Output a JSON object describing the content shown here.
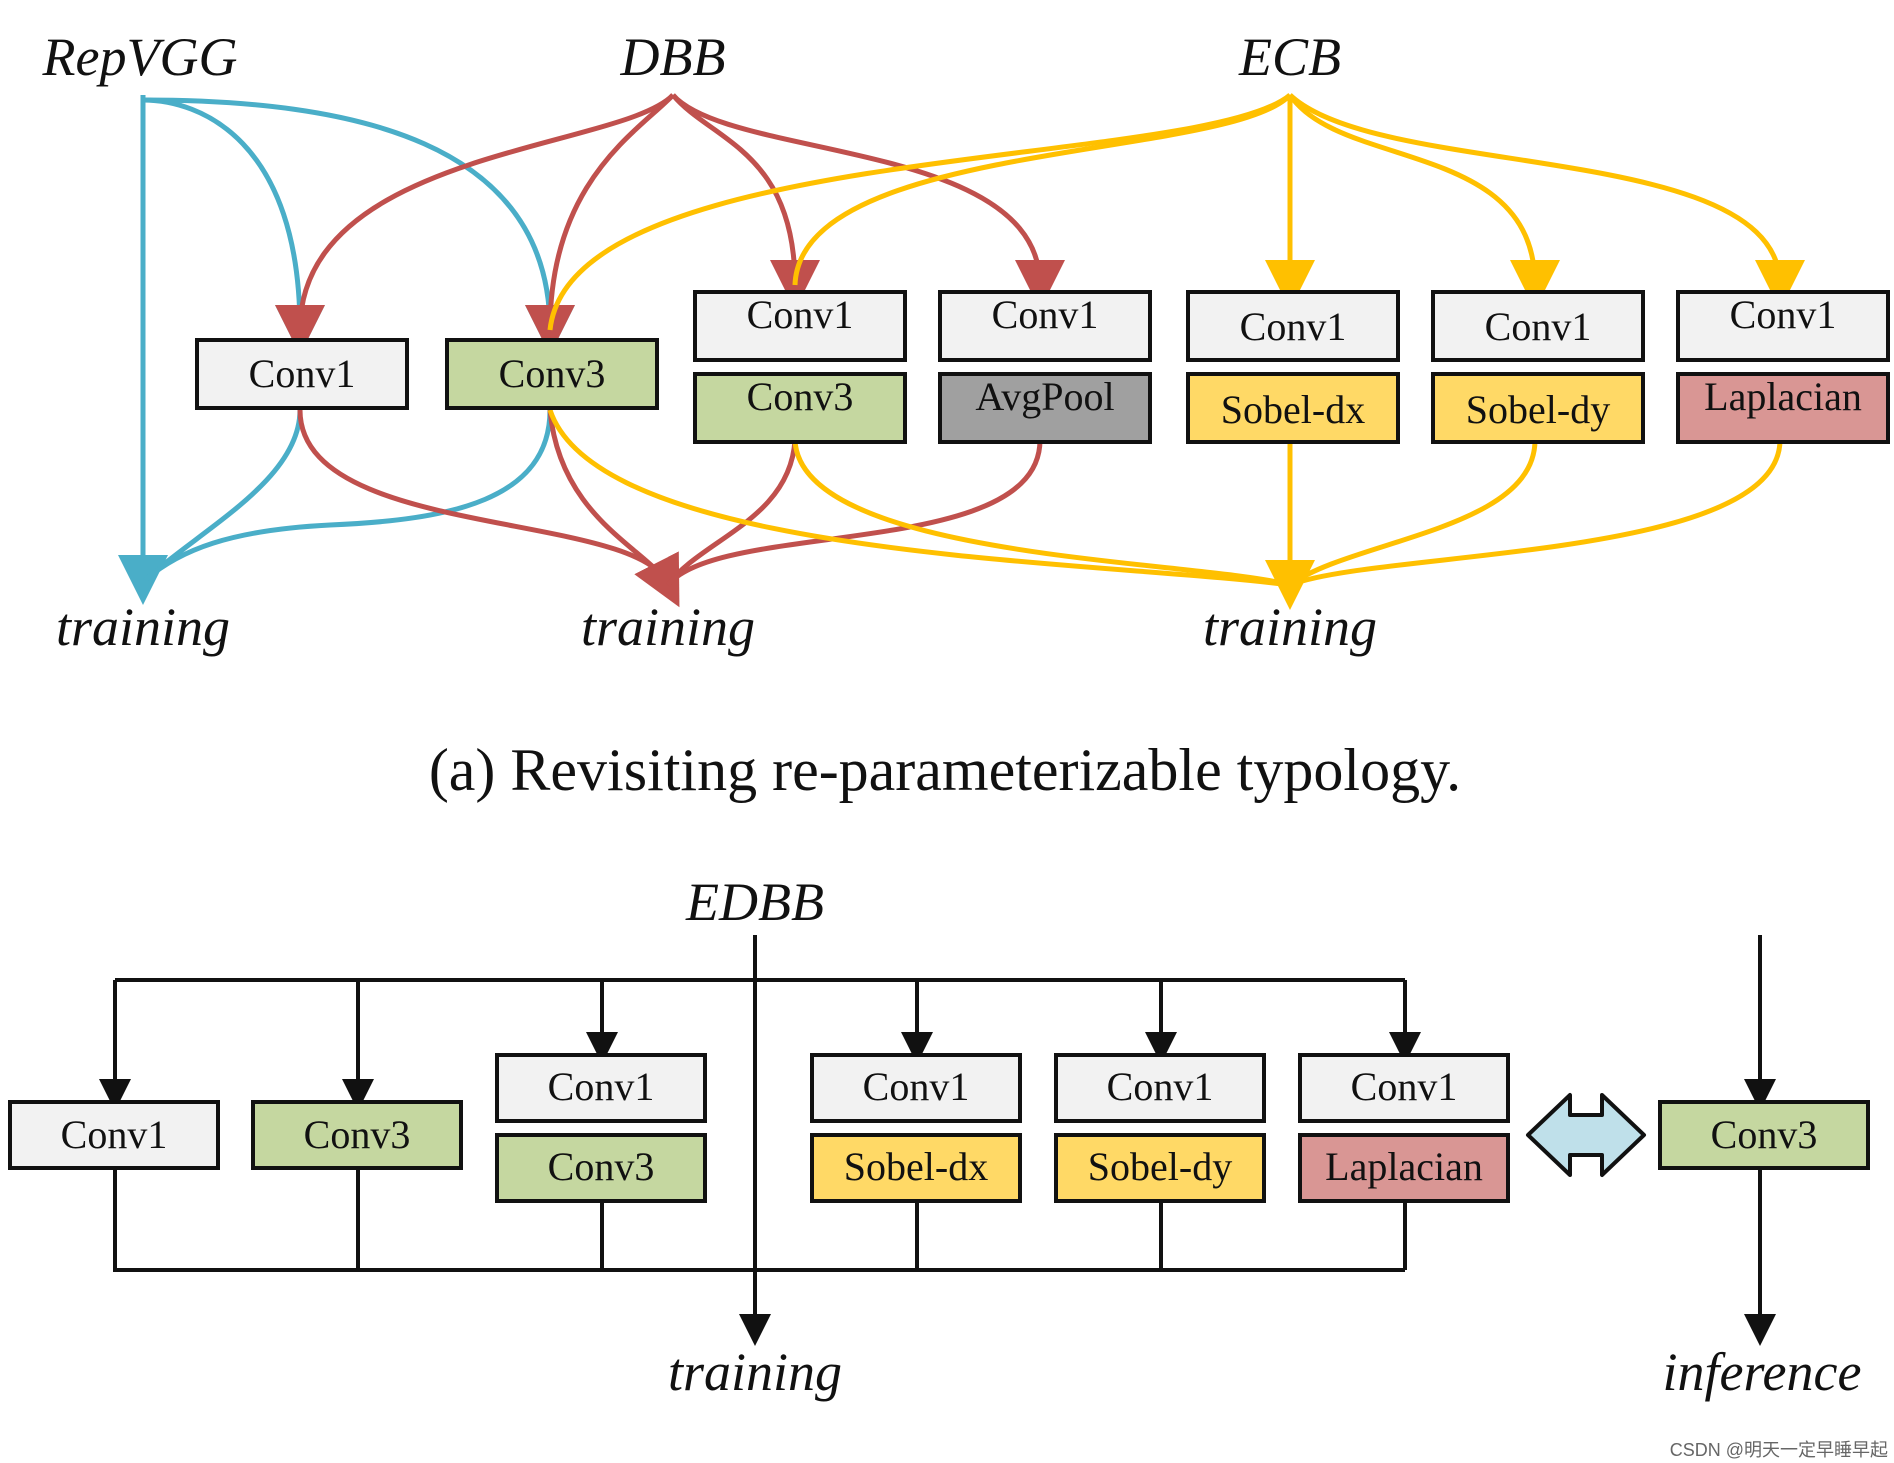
{
  "labels": {
    "repvgg": "RepVGG",
    "dbb": "DBB",
    "ecb": "ECB",
    "training_1": "training",
    "training_2": "training",
    "training_3": "training",
    "caption_a": "(a) Revisiting re-parameterizable typology.",
    "edbb": "EDBB",
    "training_bottom": "training",
    "inference": "inference",
    "watermark": "CSDN @明天一定早睡早起"
  },
  "top_blocks": {
    "repvgg_conv1": "Conv1",
    "repvgg_conv3": "Conv3",
    "dbb_a_top": "Conv1",
    "dbb_a_bottom": "Conv3",
    "dbb_b_top": "Conv1",
    "dbb_b_bottom": "AvgPool",
    "ecb_a_top": "Conv1",
    "ecb_a_bottom": "Sobel-dx",
    "ecb_b_top": "Conv1",
    "ecb_b_bottom": "Sobel-dy",
    "ecb_c_top": "Conv1",
    "ecb_c_bottom": "Laplacian"
  },
  "bottom_blocks": {
    "b1": "Conv1",
    "b2": "Conv3",
    "b3_top": "Conv1",
    "b3_bottom": "Conv3",
    "b4_top": "Conv1",
    "b4_bottom": "Sobel-dx",
    "b5_top": "Conv1",
    "b5_bottom": "Sobel-dy",
    "b6_top": "Conv1",
    "b6_bottom": "Laplacian",
    "inference_block": "Conv3"
  },
  "colors": {
    "repvgg_line": "#4aaec8",
    "dbb_line": "#c0504d",
    "ecb_line": "#ffc000",
    "box_white": "#f2f2f2",
    "box_green": "#c5d7a0",
    "box_gray": "#a0a0a0",
    "box_yellow": "#ffd966",
    "box_red": "#d99694",
    "double_arrow": "#bfe0ea"
  }
}
